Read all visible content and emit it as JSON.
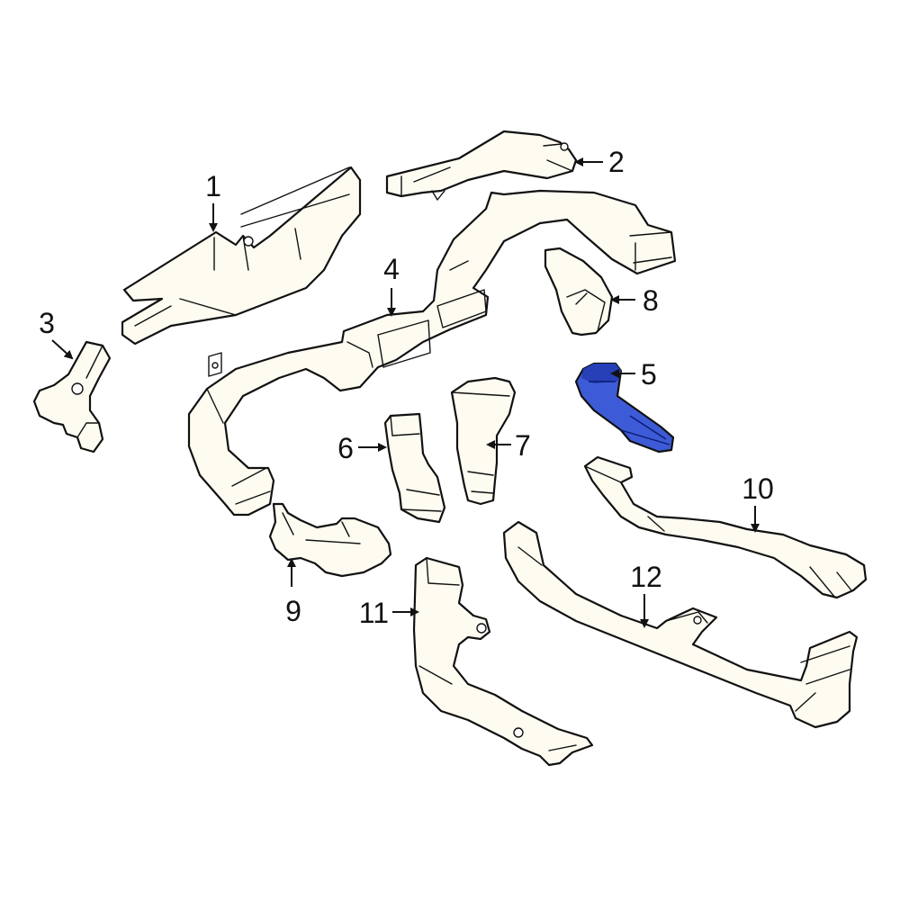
{
  "colors": {
    "part_fill": "#fefbf1",
    "outline": "#111111",
    "highlight_fill": "#3d5bd6",
    "highlight_dark": "#2740b8",
    "background": "#ffffff"
  },
  "highlighted_part": "5",
  "callouts": {
    "c1": "1",
    "c2": "2",
    "c3": "3",
    "c4": "4",
    "c5": "5",
    "c6": "6",
    "c7": "7",
    "c8": "8",
    "c9": "9",
    "c10": "10",
    "c11": "11",
    "c12": "12"
  }
}
